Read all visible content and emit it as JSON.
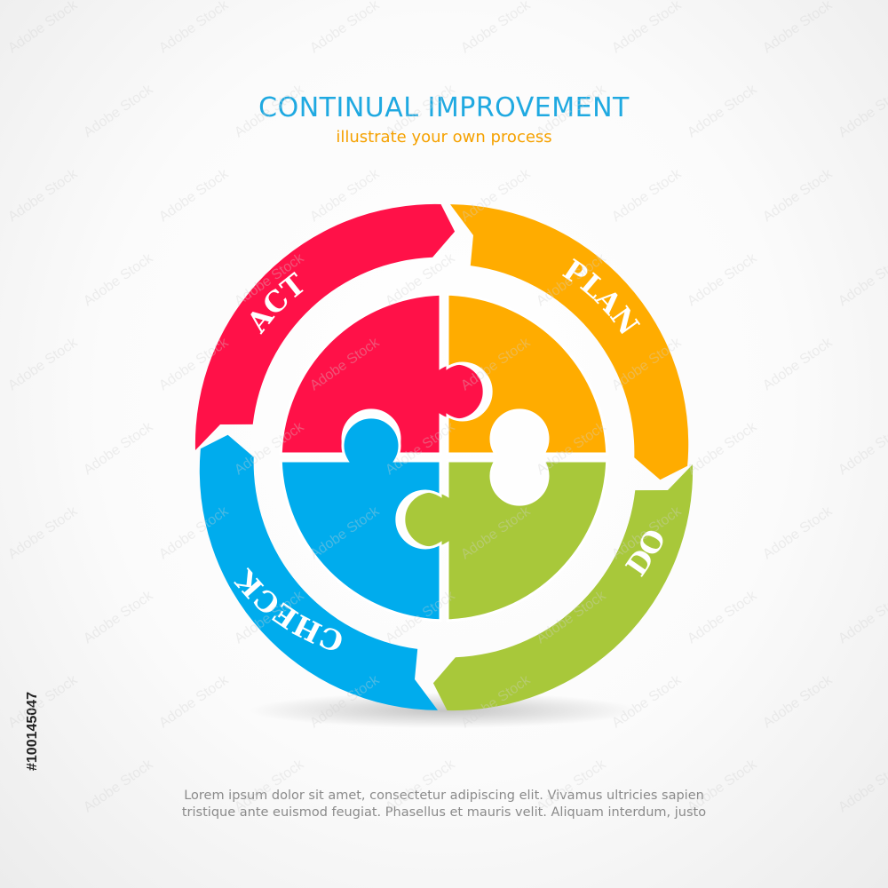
{
  "header": {
    "title": "CONTINUAL IMPROVEMENT",
    "subtitle": "illustrate your own process"
  },
  "cycle": {
    "stages": [
      {
        "label": "PLAN",
        "color": "#FFAC00"
      },
      {
        "label": "DO",
        "color": "#A8C83A"
      },
      {
        "label": "CHECK",
        "color": "#00ACED"
      },
      {
        "label": "ACT",
        "color": "#FF1148"
      }
    ]
  },
  "footer": {
    "line1": "Lorem ipsum dolor sit amet, consectetur adipiscing elit. Vivamus ultricies sapien",
    "line2": "tristique ante euismod feugiat. Phasellus et mauris velit. Aliquam interdum, justo"
  },
  "stock_id": "#100145047",
  "colors": {
    "title": "#1FA9E1",
    "subtitle": "#F5A100",
    "footer_text": "#8A8A8A",
    "stock_id": "#222222",
    "watermark": "#D0D0D0"
  },
  "watermark": {
    "text": "Adobe Stock"
  }
}
